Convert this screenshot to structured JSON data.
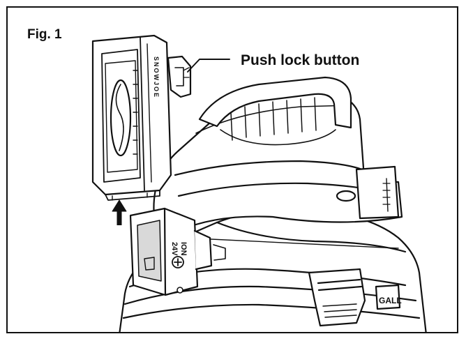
{
  "figure": {
    "label": "Fig. 1",
    "callout": "Push lock button"
  },
  "battery": {
    "brand_text": "SNOWJOE",
    "voltage_text": "24V",
    "chemistry_text": "ION"
  },
  "vacuum": {
    "model_text": "GALL"
  },
  "colors": {
    "line": "#111111",
    "background": "#ffffff",
    "shade": "#d9d9d9"
  }
}
